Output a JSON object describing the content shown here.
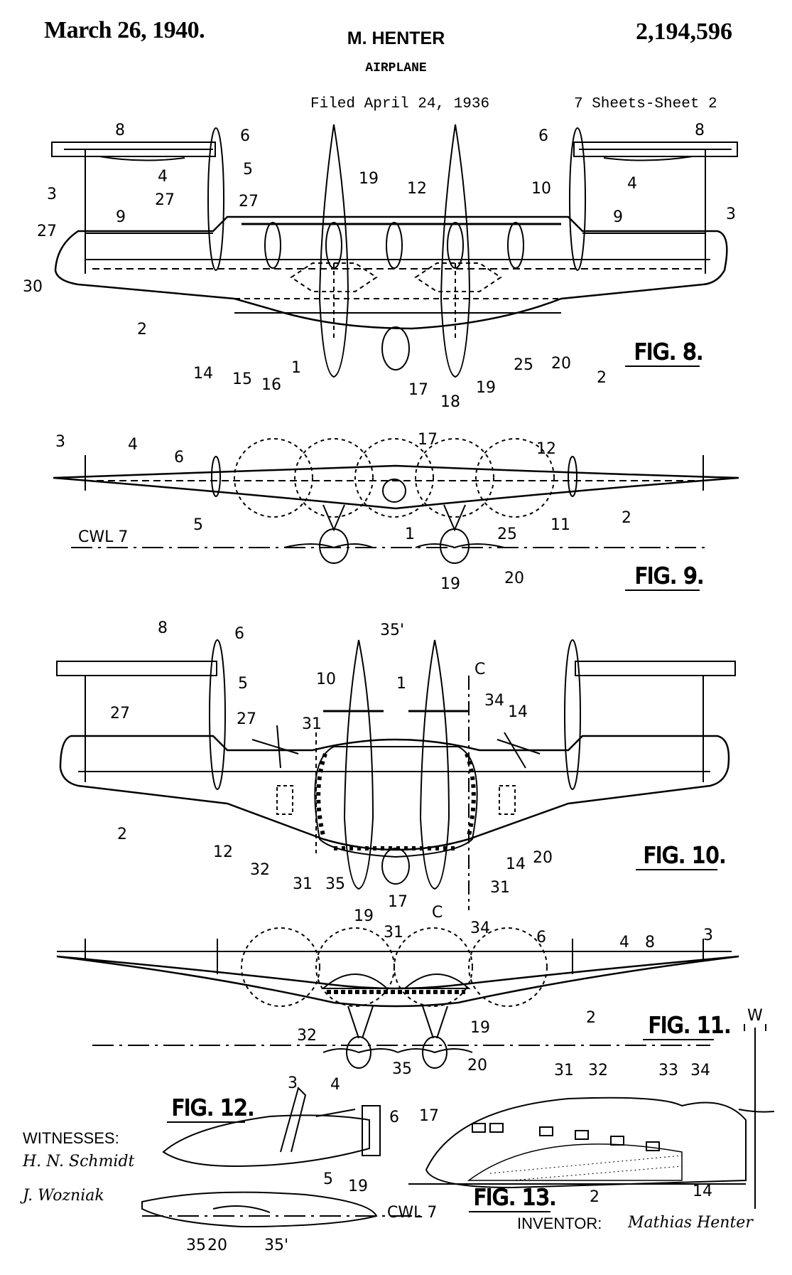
{
  "header": {
    "date": "March 26, 1940.",
    "inventor_name": "M. HENTER",
    "patent_number": "2,194,596",
    "title": "AIRPLANE",
    "filed": "Filed April 24, 1936",
    "sheets": "7 Sheets-Sheet 2"
  },
  "figures": {
    "fig8": "FIG. 8.",
    "fig9": "FIG. 9.",
    "fig10": "FIG. 10.",
    "fig11": "FIG. 11.",
    "fig12": "FIG. 12.",
    "fig13": "FIG. 13."
  },
  "labels": {
    "fig8": [
      "8",
      "6",
      "6",
      "8",
      "4",
      "5",
      "19",
      "12",
      "10",
      "4",
      "3",
      "27",
      "27",
      "3",
      "27",
      "9",
      "9",
      "30",
      "2",
      "14",
      "15",
      "16",
      "1",
      "17",
      "18",
      "19",
      "25",
      "20",
      "2"
    ],
    "fig9": [
      "3",
      "4",
      "6",
      "17",
      "12",
      "5",
      "1",
      "25",
      "11",
      "2",
      "CWL 7",
      "19",
      "20"
    ],
    "fig10": [
      "8",
      "6",
      "35'",
      "C",
      "10",
      "1",
      "34",
      "14",
      "5",
      "27",
      "27",
      "31",
      "2",
      "12",
      "32",
      "31",
      "35",
      "19",
      "17",
      "C",
      "14",
      "20",
      "31"
    ],
    "fig11": [
      "31",
      "34",
      "6",
      "4",
      "8",
      "3",
      "2",
      "32",
      "19",
      "35",
      "20",
      "W"
    ],
    "fig12": [
      "3",
      "4",
      "6",
      "5",
      "19",
      "CWL 7",
      "35",
      "20",
      "35'"
    ],
    "fig13": [
      "17",
      "31",
      "32",
      "33",
      "34",
      "2",
      "14"
    ]
  },
  "footer": {
    "witnesses_label": "WITNESSES:",
    "witness_1": "H. N. Schmidt",
    "witness_2": "J. Wozniak",
    "inventor_label": "INVENTOR:",
    "inventor_signature": "Mathias Henter"
  }
}
